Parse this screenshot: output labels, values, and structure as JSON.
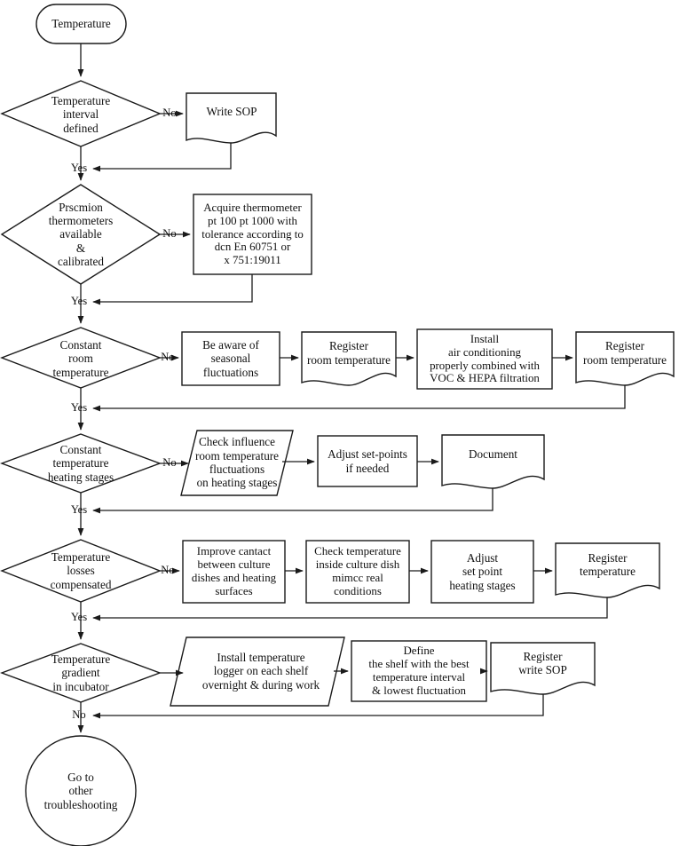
{
  "diagram": {
    "title": "Temperature troubleshooting flowchart",
    "stroke_color": "#1a1a1a",
    "background_color": "#ffffff",
    "text_color": "#111111"
  },
  "nodes": {
    "start": {
      "label": "Temperature",
      "shape": "terminator"
    },
    "d1": {
      "label": "Temperature\ninterval\ndefined",
      "shape": "decision"
    },
    "p1": {
      "label": "Write SOP",
      "shape": "document"
    },
    "d2": {
      "label": "Prscmion\nthermometers\navailable\n&\ncalibrated",
      "shape": "decision"
    },
    "p2": {
      "label": "Acquire thermometer\npt 100 pt 1000 with\ntolerance according to\ndcn En 60751 or\nx 751:19011",
      "shape": "process"
    },
    "d3": {
      "label": "Constant\nroom\ntemperature",
      "shape": "decision"
    },
    "p3a": {
      "label": "Be aware of\nseasonal\nfluctuations",
      "shape": "process"
    },
    "p3b": {
      "label": "Register\nroom temperature",
      "shape": "document"
    },
    "p3c": {
      "label": "Install\nair conditioning\nproperly combined with\nVOC & HEPA filtration",
      "shape": "process"
    },
    "p3d": {
      "label": "Register\nroom temperature",
      "shape": "document"
    },
    "d4": {
      "label": "Constant\ntemperature\nheating stages",
      "shape": "decision"
    },
    "p4a": {
      "label": "Check influence\nroom temperature\nfluctuations\non heating stages",
      "shape": "parallelogram"
    },
    "p4b": {
      "label": "Adjust set-points\nif needed",
      "shape": "process"
    },
    "p4c": {
      "label": "Document",
      "shape": "document"
    },
    "d5": {
      "label": "Temperature\nlosses\ncompensated",
      "shape": "decision"
    },
    "p5a": {
      "label": "Improve cantact\nbetween culture\ndishes and heating\nsurfaces",
      "shape": "process"
    },
    "p5b": {
      "label": "Check temperature\ninside culture dish\nmimcc real\nconditions",
      "shape": "process"
    },
    "p5c": {
      "label": "Adjust\nset point\nheating stages",
      "shape": "process"
    },
    "p5d": {
      "label": "Register\ntemperature",
      "shape": "document"
    },
    "d6": {
      "label": "Temperature\ngradient\nin incubator",
      "shape": "decision"
    },
    "p6a": {
      "label": "Install temperature\nlogger on each shelf\novernight & during work",
      "shape": "parallelogram"
    },
    "p6b": {
      "label": "Define\nthe shelf with the best\ntemperature interval\n& lowest fluctuation",
      "shape": "process"
    },
    "p6c": {
      "label": "Register\nwrite SOP",
      "shape": "document"
    },
    "end": {
      "label": "Go to\nother\ntroubleshooting",
      "shape": "circle"
    }
  },
  "edge_labels": {
    "no1": "No",
    "yes1": "Yes",
    "no2": "No",
    "yes2": "Yes",
    "no3": "No",
    "yes3": "Yes",
    "no4": "No",
    "yes4": "Yes",
    "no5": "No",
    "yes5": "Yes",
    "no6": "No"
  }
}
